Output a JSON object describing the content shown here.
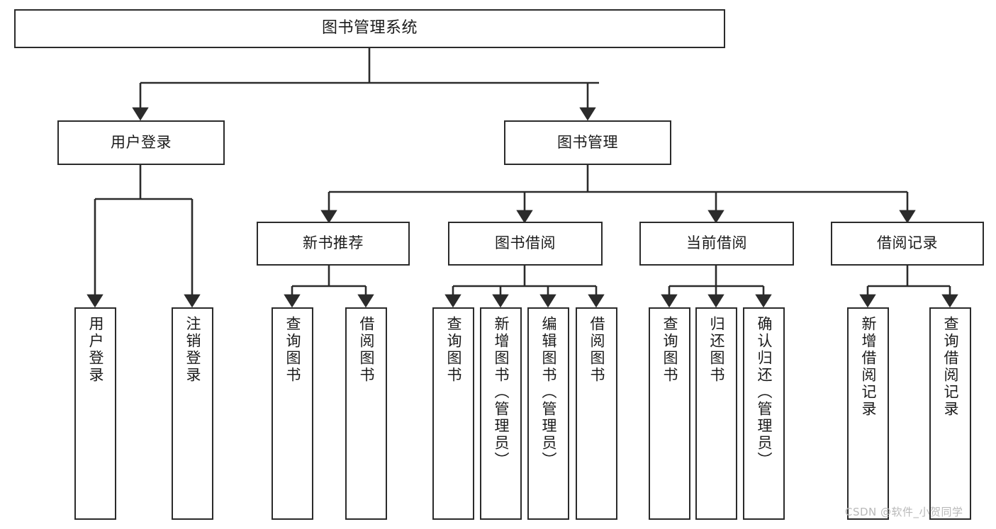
{
  "diagram": {
    "title": "图书管理系统",
    "type": "hierarchy-tree",
    "root": {
      "id": "root",
      "label": "图书管理系统"
    },
    "level1": [
      {
        "id": "user-login",
        "label": "用户登录"
      },
      {
        "id": "book-management",
        "label": "图书管理"
      }
    ],
    "level2": [
      {
        "id": "new-book-recommend",
        "label": "新书推荐",
        "parent": "book-management"
      },
      {
        "id": "book-borrow",
        "label": "图书借阅",
        "parent": "book-management"
      },
      {
        "id": "current-borrow",
        "label": "当前借阅",
        "parent": "book-management"
      },
      {
        "id": "borrow-record",
        "label": "借阅记录",
        "parent": "book-management"
      }
    ],
    "leaves": {
      "user-login": [
        {
          "id": "leaf-user-login",
          "label": "用户登录"
        },
        {
          "id": "leaf-user-logout",
          "label": "注销登录"
        }
      ],
      "new-book-recommend": [
        {
          "id": "leaf-query-book-1",
          "label": "查询图书"
        },
        {
          "id": "leaf-borrow-book-1",
          "label": "借阅图书"
        }
      ],
      "book-borrow": [
        {
          "id": "leaf-query-book-2",
          "label": "查询图书"
        },
        {
          "id": "leaf-add-book-admin",
          "label": "新增图书（管理员）"
        },
        {
          "id": "leaf-edit-book-admin",
          "label": "编辑图书（管理员）"
        },
        {
          "id": "leaf-borrow-book-2",
          "label": "借阅图书"
        }
      ],
      "current-borrow": [
        {
          "id": "leaf-query-book-3",
          "label": "查询图书"
        },
        {
          "id": "leaf-return-book",
          "label": "归还图书"
        },
        {
          "id": "leaf-confirm-return-admin",
          "label": "确认归还（管理员）"
        }
      ],
      "borrow-record": [
        {
          "id": "leaf-add-borrow-record",
          "label": "新增借阅记录"
        },
        {
          "id": "leaf-query-borrow-record",
          "label": "查询借阅记录"
        }
      ]
    }
  },
  "watermark": {
    "text": "CSDN @软件_小贺同学"
  },
  "colors": {
    "stroke": "#2b2b2b",
    "background": "#ffffff",
    "text": "#1b1b1b",
    "watermark": "#b9b9b9"
  }
}
